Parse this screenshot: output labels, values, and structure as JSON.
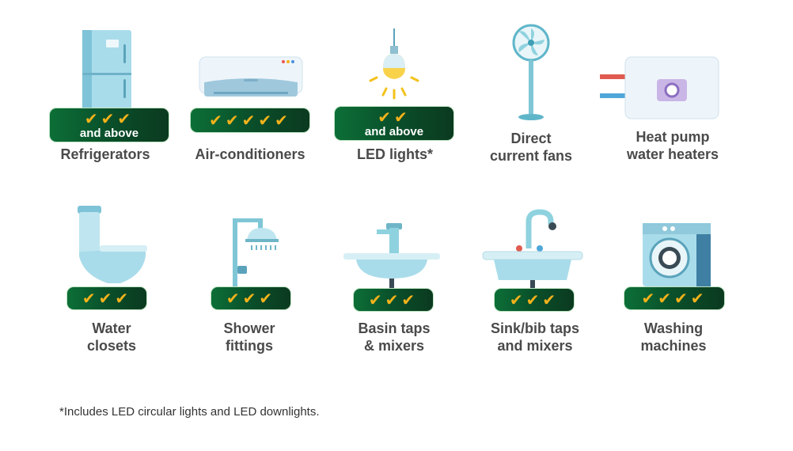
{
  "appliances": [
    {
      "label": "Refrigerators",
      "ticks": "✔✔✔",
      "qualifier": "and above"
    },
    {
      "label": "Air-conditioners",
      "ticks": "✔✔✔✔✔",
      "qualifier": ""
    },
    {
      "label": "LED lights*",
      "ticks": "✔✔",
      "qualifier": "and above"
    },
    {
      "label_line1": "Direct",
      "label_line2": "current fans"
    },
    {
      "label_line1": "Heat pump",
      "label_line2": "water heaters"
    },
    {
      "label_line1": "Water",
      "label_line2": "closets",
      "ticks": "✔✔✔"
    },
    {
      "label_line1": "Shower",
      "label_line2": "fittings",
      "ticks": "✔✔✔"
    },
    {
      "label_line1": "Basin taps",
      "label_line2": "& mixers",
      "ticks": "✔✔✔"
    },
    {
      "label_line1": "Sink/bib taps",
      "label_line2": "and mixers",
      "ticks": "✔✔✔"
    },
    {
      "label_line1": "Washing",
      "label_line2": "machines",
      "ticks": "✔✔✔✔"
    }
  ],
  "footnote": "*Includes LED circular lights and LED downlights.",
  "colors": {
    "badge_green": "#0a4f2a",
    "tick_gold": "#f3b21b",
    "appliance_blue": "#a9dbe8"
  },
  "icons": [
    "refrigerator-icon",
    "air-conditioner-icon",
    "led-bulb-icon",
    "fan-icon",
    "water-heater-icon",
    "toilet-icon",
    "shower-icon",
    "basin-tap-icon",
    "sink-tap-icon",
    "washing-machine-icon"
  ]
}
